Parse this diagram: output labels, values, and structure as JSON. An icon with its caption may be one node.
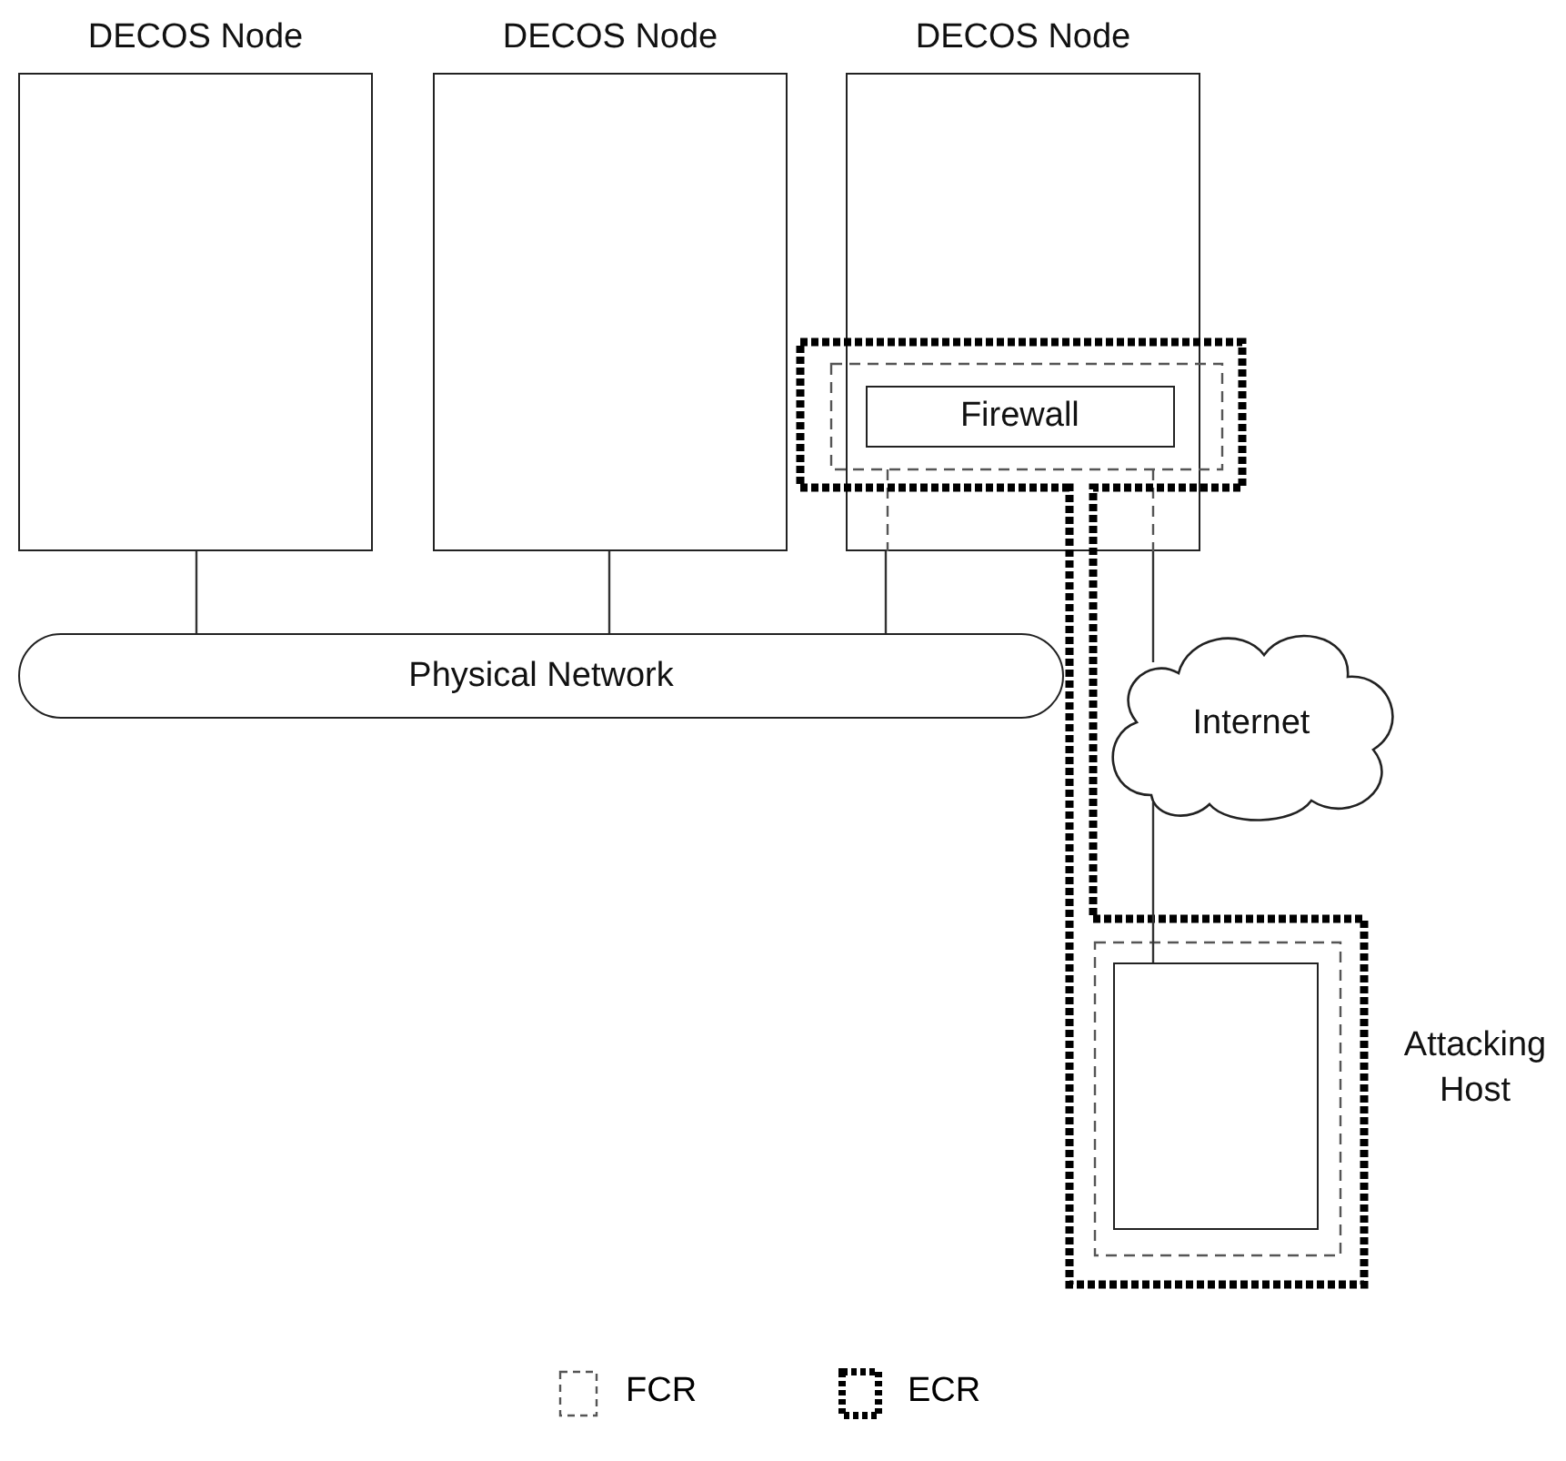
{
  "diagram": {
    "nodes": [
      {
        "text": [
          "DECOS Node"
        ]
      },
      {
        "text": [
          "DECOS Node"
        ]
      },
      {
        "text": [
          "DECOS Node"
        ]
      },
      {
        "text": [
          "Firewall"
        ],
        "in": 2
      },
      {
        "text": [
          "Physical Network"
        ]
      },
      {
        "text": [
          "Internet"
        ]
      },
      {
        "text": [
          "Attacking Host"
        ]
      }
    ],
    "edges": [
      {
        "from": 0,
        "to": 4,
        "arrow": "none"
      },
      {
        "from": 1,
        "to": 4,
        "arrow": "none"
      },
      {
        "from": 2,
        "to": 4,
        "arrow": "none"
      },
      {
        "from": 2,
        "to": 5,
        "arrow": "none"
      },
      {
        "from": 5,
        "to": 6,
        "arrow": "none"
      }
    ],
    "legend": [
      {
        "text": "FCR"
      },
      {
        "text": "ECR"
      }
    ]
  }
}
